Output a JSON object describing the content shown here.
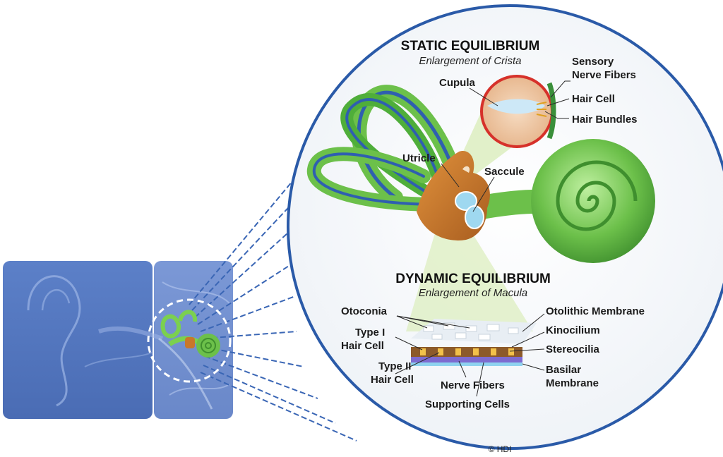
{
  "colors": {
    "panel_blue": "#5b7fc6",
    "circle_border": "#2a5aa8",
    "canal_green": "#6cc04a",
    "canal_dark": "#3f8f2e",
    "vestibule_orange": "#c9772a",
    "cochlea_green": "#7ccf5a"
  },
  "static_section": {
    "title": "STATIC EQUILIBRIUM",
    "subtitle": "Enlargement of Crista"
  },
  "dynamic_section": {
    "title": "DYNAMIC EQUILIBRIUM",
    "subtitle": "Enlargement of Macula"
  },
  "labels": {
    "cupula": "Cupula",
    "sensory_1": "Sensory",
    "sensory_2": "Nerve Fibers",
    "hair_cell": "Hair Cell",
    "hair_bundles": "Hair Bundles",
    "utricle": "Utricle",
    "saccule": "Saccule",
    "otoconia": "Otoconia",
    "type1_a": "Type I",
    "type1_b": "Hair Cell",
    "type2_a": "Type II",
    "type2_b": "Hair Cell",
    "nerve_fibers": "Nerve Fibers",
    "supporting_cells": "Supporting Cells",
    "otolithic_membrane": "Otolithic Membrane",
    "kinocilium": "Kinocilium",
    "stereocilia": "Stereocilia",
    "basilar_a": "Basilar",
    "basilar_b": "Membrane"
  },
  "copyright": "© HDI"
}
